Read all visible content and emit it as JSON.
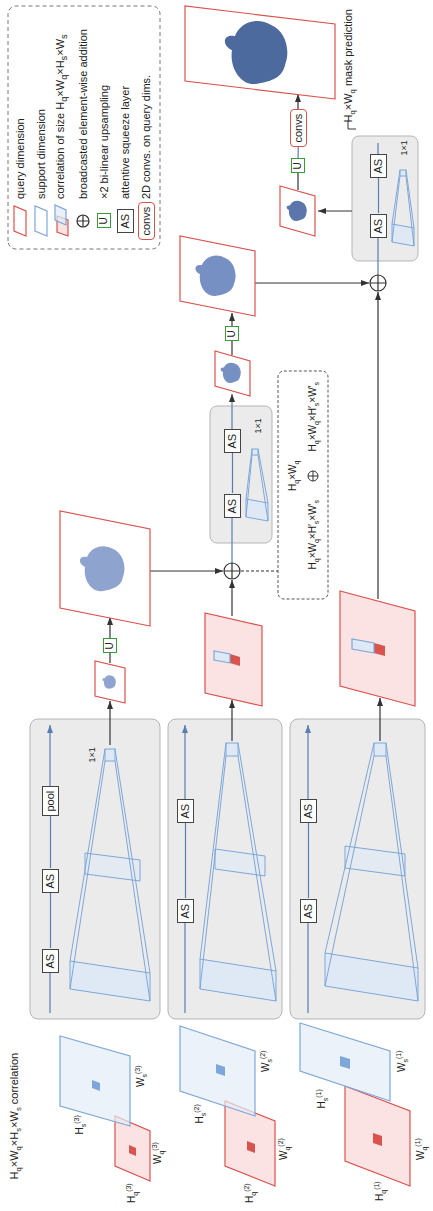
{
  "diagram": {
    "nodes": [
      {
        "text": [
          "AS"
        ]
      },
      {
        "text": [
          "AS"
        ]
      },
      {
        "text": [
          "pool"
        ]
      },
      {
        "text": [
          "AS"
        ]
      },
      {
        "text": [
          "AS"
        ]
      },
      {
        "text": [
          "AS"
        ]
      },
      {
        "text": [
          "AS"
        ]
      },
      {
        "text": [
          "U"
        ]
      },
      {
        "text": [
          "AS"
        ]
      },
      {
        "text": [
          "AS"
        ]
      },
      {
        "text": [
          "U"
        ]
      },
      {
        "text": [
          "AS"
        ]
      },
      {
        "text": [
          "AS"
        ]
      },
      {
        "text": [
          "U"
        ]
      },
      {
        "text": [
          "convs"
        ]
      }
    ],
    "edges": [
      {
        "from": 0,
        "to": 1,
        "arrow": "none"
      },
      {
        "from": 1,
        "to": 2,
        "arrow": "none"
      },
      {
        "from": 3,
        "to": 4,
        "arrow": "none"
      },
      {
        "from": 5,
        "to": 6,
        "arrow": "none"
      },
      {
        "from": 8,
        "to": 9,
        "arrow": "none"
      },
      {
        "from": 11,
        "to": 12,
        "arrow": "none"
      },
      {
        "from": 13,
        "to": 14,
        "arrow": "none"
      }
    ],
    "labels": [
      "Hq×Wq×Hs×Ws correlation",
      "Hq(3)",
      "Wq(3)",
      "Hs(3)",
      "Ws(3)",
      "Hq(2)",
      "Wq(2)",
      "Hs(2)",
      "Ws(2)",
      "Hq(1)",
      "Wq(1)",
      "Hs(1)",
      "Ws(1)",
      "1×1",
      "1×1",
      "1×1",
      "Hq×Wq×H′s×W′s",
      "Hq×Wq",
      "Hq×Wq×H′s×W′s",
      "Hq×Wq mask prediction",
      "U",
      "AS",
      "convs"
    ],
    "legend": [
      {
        "text": "query dimension"
      },
      {
        "text": "support dimension"
      },
      {
        "text": "correlation of size Hq×Wq×Hs×Ws"
      },
      {
        "text": "broadcasted element-wise addition"
      },
      {
        "text": "×2 bi-linear upsampling"
      },
      {
        "text": "attentive squeeze layer"
      },
      {
        "text": "2D convs. on query dims."
      }
    ]
  }
}
